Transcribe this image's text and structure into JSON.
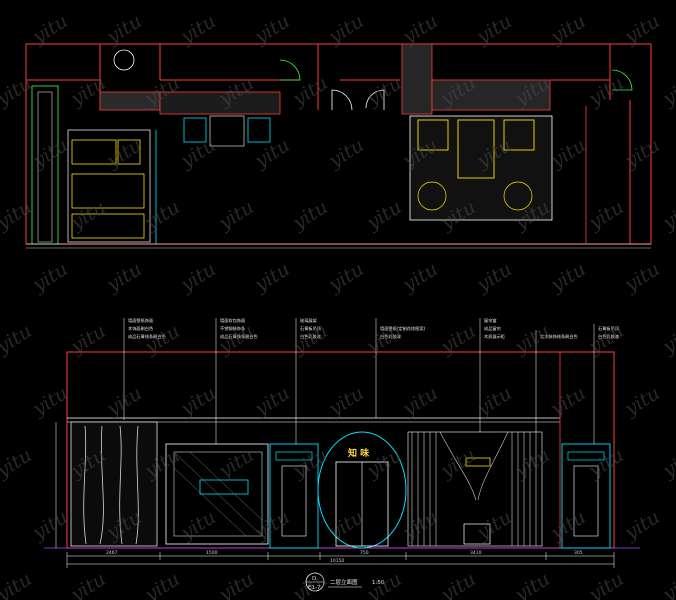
{
  "watermark": "yitu",
  "plan": {
    "note_left": ""
  },
  "elevation": {
    "callouts": {
      "group1": [
        "墙面壁纸饰面",
        "木饰面刷白色",
        "成品石膏线条刷白色"
      ],
      "group2": [
        "墙面软包饰面",
        "不锈钢装饰条",
        "成品石膏线条刷白色"
      ],
      "group3": [
        "玻璃展架",
        "石膏板吊顶",
        "白色乳胶漆"
      ],
      "group4": [
        "墙面壁纸(定制花纹图案)",
        "白色乳胶漆"
      ],
      "group5": [
        "窗帘盒",
        "成品窗帘",
        "木质展示柜"
      ],
      "group6": [
        "实木装饰线条刷白色"
      ],
      "group7": [
        "石膏板吊顶",
        "白色乳胶漆"
      ]
    },
    "arch_sign": "知 味",
    "dims": [
      "2467",
      "1500",
      "750",
      "3410",
      "305"
    ],
    "overall_dim": "10150"
  },
  "title_block": {
    "sheet_top": "D",
    "sheet_bottom": "E1-7",
    "title": "二层立面图",
    "scale": "1:50"
  }
}
